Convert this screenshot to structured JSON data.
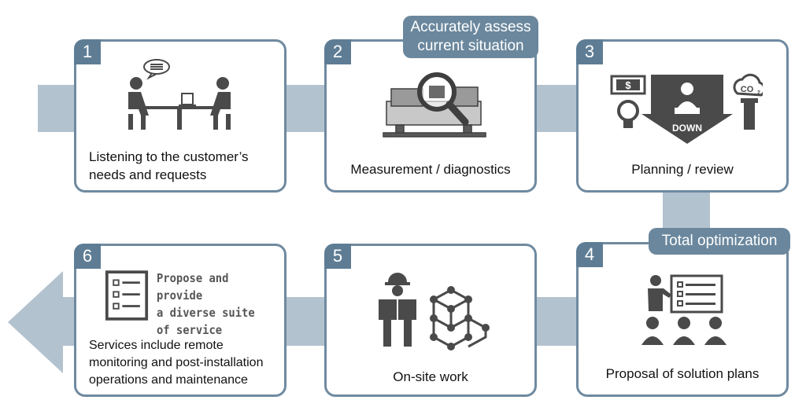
{
  "colors": {
    "band": "#b3c2cf",
    "border": "#6f8aa0",
    "badge": "#5e7d95",
    "tag": "#6a879d",
    "icon": "#4a4a4a"
  },
  "steps": [
    {
      "number": "1",
      "label": "Listening to the customer’s needs and requests",
      "icon": "meeting-icon"
    },
    {
      "number": "2",
      "label": "Measurement / diagnostics",
      "icon": "magnifier-machine-icon"
    },
    {
      "number": "3",
      "label": "Planning / review",
      "icon": "cost-down-co2-icon"
    },
    {
      "number": "4",
      "label": "Proposal of solution plans",
      "icon": "presentation-icon"
    },
    {
      "number": "5",
      "label": "On-site work",
      "icon": "worker-network-icon"
    },
    {
      "number": "6",
      "label": "Services include remote monitoring and post-installation operations and maintenance",
      "icon": "checklist-icon"
    }
  ],
  "tags": {
    "assess_line1": "Accurately assess",
    "assess_line2": "current situation",
    "optimization": "Total optimization"
  },
  "icon_text": {
    "down": "DOWN",
    "dollar": "$",
    "co2": "CO",
    "co2_sub": "2",
    "propose_line1": "Propose and provide",
    "propose_line2": "a diverse suite",
    "propose_line3": "of service"
  }
}
